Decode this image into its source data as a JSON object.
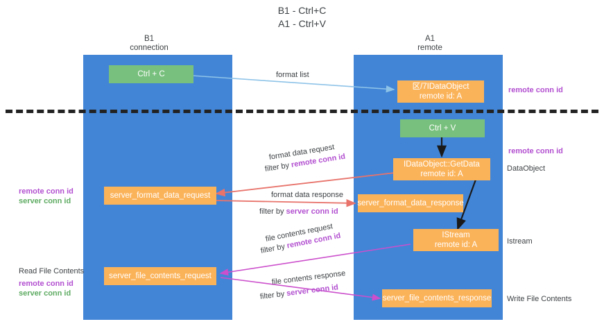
{
  "title": {
    "line1": "B1 - Ctrl+C",
    "line2": "A1 - Ctrl+V"
  },
  "lanes": [
    {
      "id": "b1",
      "name": "B1",
      "sub": "connection"
    },
    {
      "id": "a1",
      "name": "A1",
      "sub": "remote"
    }
  ],
  "nodes": {
    "ctrl_c": {
      "line1": "Ctrl + C"
    },
    "idataobject": {
      "line1": "区/7IDataObject",
      "line2": "remote id: A"
    },
    "ctrl_v": {
      "line1": "Ctrl + V"
    },
    "getdata": {
      "line1": "IDataObject::GetData",
      "line2": "remote id: A"
    },
    "fmt_req": {
      "line1": "server_format_data_request"
    },
    "fmt_resp": {
      "line1": "server_format_data_response"
    },
    "istream": {
      "line1": "IStream",
      "line2": "remote id: A"
    },
    "file_req": {
      "line1": "server_file_contents_request"
    },
    "file_resp": {
      "line1": "server_file_contents_response"
    }
  },
  "edge_labels": {
    "format_list": "format list",
    "fmt_req_l1": "format data request",
    "fmt_req_l2_prefix": "filter by ",
    "fmt_req_l2_key": "remote conn id",
    "fmt_resp_l1": "format data response",
    "fmt_resp_l2_prefix": "filter by ",
    "fmt_resp_l2_key": "server conn id",
    "file_req_l1": "file contents request",
    "file_req_l2_prefix": "filter by ",
    "file_req_l2_key": "remote conn id",
    "file_resp_l1": "file contents response",
    "file_resp_l2_prefix": "filter by ",
    "file_resp_l2_key": "server conn id"
  },
  "side_labels": {
    "right_remote_conn_top": "remote conn id",
    "right_remote_conn_mid": "remote conn id",
    "right_dataobject": "DataObject",
    "right_istream": "Istream",
    "right_write_file": "Write File Contents",
    "left_remote_conn_mid": "remote conn id",
    "left_server_conn_mid": "server conn id",
    "left_read_file": "Read File Contents",
    "left_remote_conn_bot": "remote conn id",
    "left_server_conn_bot": "server conn id"
  },
  "colors": {
    "lane": "#4285d6",
    "green_node": "#78c07d",
    "orange_node": "#fbb35a",
    "purple_text": "#b24fd0",
    "green_text": "#5eab62",
    "dark_text": "#3c4043",
    "arrow_blue": "#8ec3e8",
    "arrow_red": "#e8736b",
    "arrow_magenta": "#cc4fcc",
    "arrow_black": "#1a1a1a",
    "dash_line": "#222222"
  }
}
